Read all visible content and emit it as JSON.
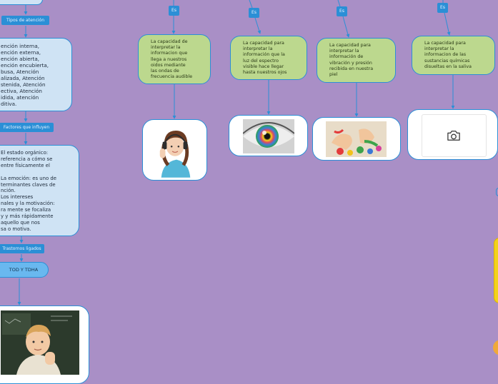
{
  "left_column": {
    "tag_tipos": "Tipos de atención",
    "tipos_text": "ención interna,\nención externa,\nención abierta,\nención encubierta,\nbusa, Atención\nalizada, Atención\nstenida, Atención\nectiva, Atención\nidida, atención\nditiva.",
    "tag_factores": "Factores que influyen",
    "factores_text": "El estado orgánico:\nreferencia a cómo se\nentre físicamente el\n\nLa emoción: es uno de\nterminantes claves de\nnción.\nLos intereses\nnales y la motivación:\nra mente se focaliza\ny y más rápidamente\naquello que nos\nsa o motiva.",
    "tag_trastornos": "Trastornos ligados",
    "pill_tod": "TOD Y TDHA"
  },
  "senses": [
    {
      "tag": "Es",
      "text": "La capacidad de\ninterpretar la\ninformacion que\nllega a nuestros\noidos mediante\nlas ondas de\nfrecuencia audible"
    },
    {
      "tag": "Es",
      "text": "La capacidad para\ninterpretar la\ninformación que la\nluz del espectro\nvisible hace llegar\nhasta nuestros ojos"
    },
    {
      "tag": "Es",
      "text": "La capacidad para\ninterpretar la\ninformación de\nvibración y presión\nrecibida en nuestra\npiel"
    },
    {
      "tag": "Es",
      "text": "La capacidad para\ninterpretar la\ninformacion de las\nsustancias químicas\ndisueltas en la saliva"
    }
  ],
  "colors": {
    "background": "#a98fc6",
    "node_blue": "#cfe3f4",
    "node_green": "#bcd88e",
    "accent": "#2b8fd6",
    "right_yellow": "#f3d21b",
    "right_orange": "#f0a93a"
  },
  "icons": {
    "camera": "camera-icon"
  }
}
